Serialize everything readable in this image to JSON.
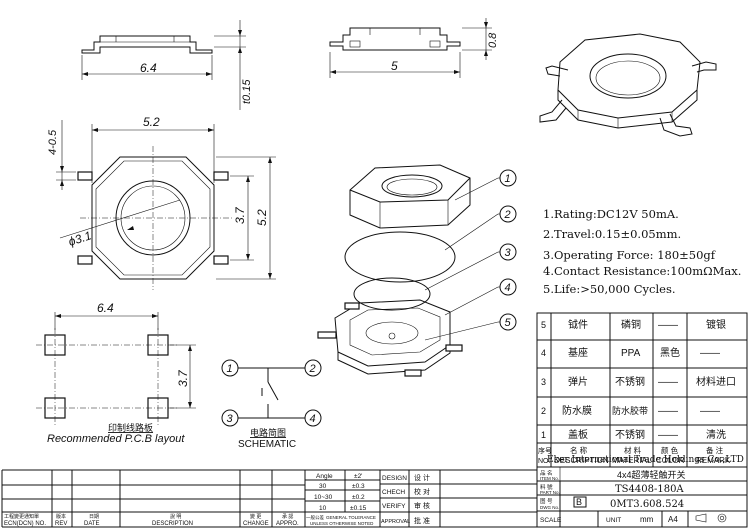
{
  "dimensions": {
    "top_width": "6.4",
    "top_thickness": "t0.15",
    "side_width": "5",
    "side_height": "0.8",
    "body_width": "5.2",
    "body_height": "5.2",
    "pin_spacing": "3.7",
    "lead_length": "4-0.5",
    "actuator_diameter": "ϕ3.1",
    "pcb_width": "6.4",
    "pcb_spacing": "3.7"
  },
  "callouts": [
    "1",
    "2",
    "3",
    "4",
    "5"
  ],
  "specs": [
    "1.Rating:DC12V 50mA.",
    "2.Travel:0.15±0.05mm.",
    "3.Operating Force: 180±50gf",
    "4.Contact Resistance:100mΩMax.",
    "5.Life:>50,000 Cycles."
  ],
  "pcb": {
    "title_cn": "印制线路板",
    "title_en": "Recommended P.C.B layout"
  },
  "schematic": {
    "title_cn": "电路简图",
    "title_en": "SCHEMATIC",
    "nodes": [
      "1",
      "2",
      "3",
      "4"
    ]
  },
  "bom": {
    "rows": [
      {
        "no": "5",
        "desc": "钺件",
        "material": "磷铜",
        "color": "——",
        "remark": "镀银"
      },
      {
        "no": "4",
        "desc": "基座",
        "material": "PPA",
        "color": "黑色",
        "remark": "——"
      },
      {
        "no": "3",
        "desc": "弹片",
        "material": "不锈钢",
        "color": "——",
        "remark": "材料进口"
      },
      {
        "no": "2",
        "desc": "防水膜",
        "material": "防水胶带",
        "color": "——",
        "remark": "——"
      },
      {
        "no": "1",
        "desc": "盖板",
        "material": "不锈钢",
        "color": "——",
        "remark": "清洗"
      }
    ],
    "header": {
      "no_cn": "序号",
      "no_en": "NO.",
      "desc_cn": "名 称",
      "desc_en": "DESCRIPTION",
      "material_cn": "材 料",
      "material_en": "MATERIAL",
      "color_cn": "颜 色",
      "color_en": "COLOR",
      "remark_cn": "备 注",
      "remark_en": "REMARK"
    }
  },
  "company": "Eker International Trade Holdings Co.,LTD",
  "title_block": {
    "name_label_cn": "品 名",
    "name_label_en": "ITEM No.",
    "name_value": "4x4超薄轻触开关",
    "model_label_cn": "料 號",
    "model_label_en": "PART No.",
    "model_value": "TS4408-180A",
    "drawing_label_cn": "图 号",
    "drawing_label_en": "DWG No.",
    "drawing_value": "0MT3.608.524",
    "rev_value": "B",
    "scale_label": "SCALE",
    "unit_label": "UNIT",
    "unit_value": "mm",
    "size_value": "A4"
  },
  "tolerance": {
    "angle_label": "Angle",
    "angle_value": "±2'",
    "rows": [
      {
        "range": "30",
        "tol": "±0.3"
      },
      {
        "range": "10~30",
        "tol": "±0.2"
      },
      {
        "range": "10",
        "tol": "±0.15"
      }
    ],
    "general_cn": "一般公差",
    "general_en": "GENERAL TOLERANCE",
    "unless": "UNLESS OTHERWISE NOTED"
  },
  "approvals": [
    {
      "en": "DESIGN",
      "cn": "设 计"
    },
    {
      "en": "CHECH",
      "cn": "校 对"
    },
    {
      "en": "VERIFY",
      "cn": "审 核"
    },
    {
      "en": "APPROVAL",
      "cn": "批 准"
    }
  ],
  "revision_header": {
    "ecn_cn": "工程變更通知單",
    "ecn_en": "ECN(DCN) NO.",
    "rev_cn": "版本",
    "rev_en": "REV",
    "date_cn": "日期",
    "date_en": "DATE",
    "desc_cn": "說 明",
    "desc_en": "DESCRIPTION",
    "change_cn": "變 更",
    "change_en": "CHANGE",
    "appro_cn": "承 認",
    "appro_en": "APPRO."
  }
}
